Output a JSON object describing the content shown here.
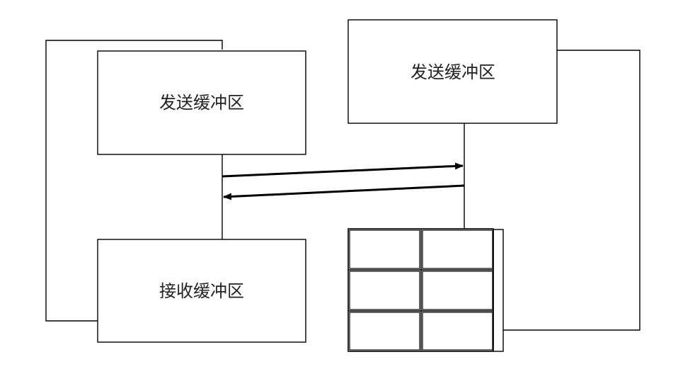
{
  "left_station": {
    "send_buffer_label": "发送缓冲区",
    "receive_buffer_label": "接收缓冲区"
  },
  "right_station": {
    "send_buffer_label": "发送缓冲区",
    "receive_buffer_grid": {
      "rows": 3,
      "columns": 2
    }
  },
  "colors": {
    "line": "#000000",
    "background": "#ffffff"
  }
}
